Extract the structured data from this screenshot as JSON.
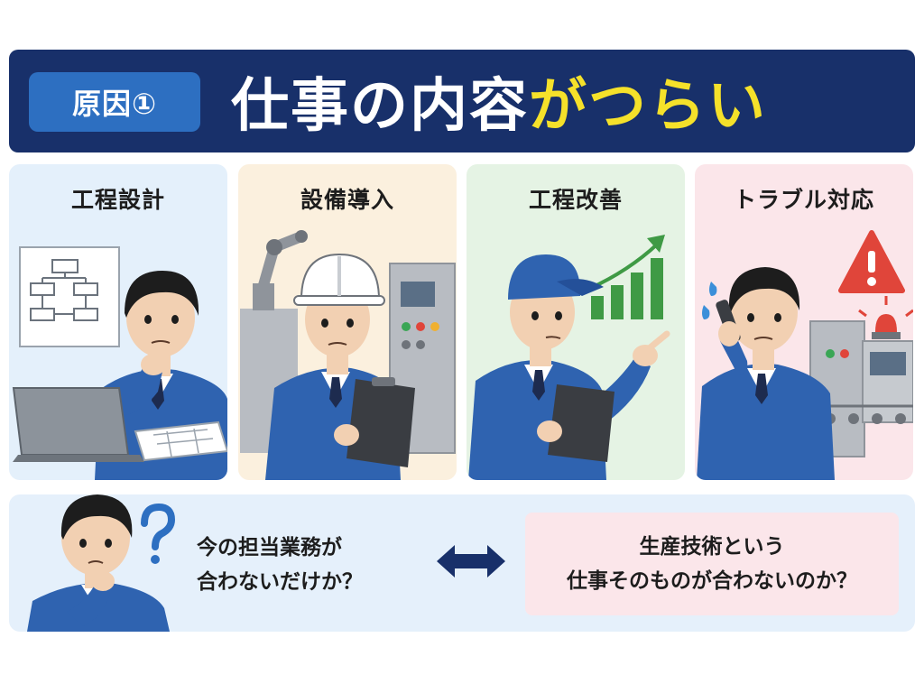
{
  "header": {
    "badge": "原因①",
    "headline_white": "仕事の内容",
    "headline_yellow": "がつらい"
  },
  "panels": [
    {
      "title": "工程設計"
    },
    {
      "title": "設備導入"
    },
    {
      "title": "工程改善"
    },
    {
      "title": "トラブル対応"
    }
  ],
  "bottom": {
    "left_line1": "今の担当業務が",
    "left_line2": "合わないだけか？",
    "right_line1": "生産技術という",
    "right_line2": "仕事そのものが合わないのか？"
  },
  "colors": {
    "navy": "#18306a",
    "badge_blue": "#2d6fc1",
    "yellow": "#f5e12a",
    "uniform_blue": "#2f63b0",
    "growth_green": "#3f9a45",
    "warning_red": "#e0453a"
  }
}
